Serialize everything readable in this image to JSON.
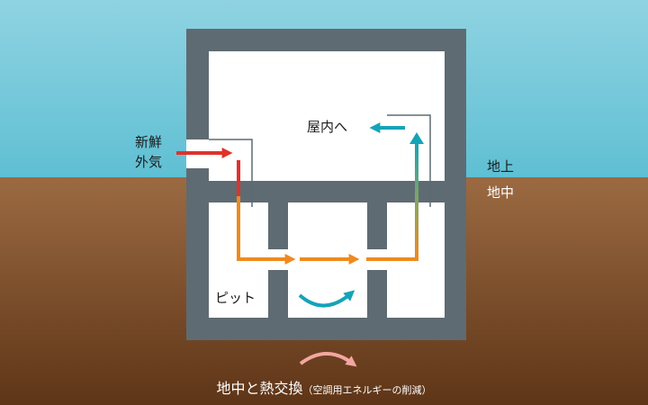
{
  "labels": {
    "fresh_air_line1": "新鮮",
    "fresh_air_line2": "外気",
    "to_indoor": "屋内へ",
    "above_ground": "地上",
    "below_ground": "地中",
    "pit": "ピット"
  },
  "caption": {
    "main": "地中と熱交換",
    "sub": "（空調用エネルギーの削減）"
  },
  "colors": {
    "sky_top": "#8fd3e2",
    "sky_bottom": "#5fbfd3",
    "soil_top": "#9b6a42",
    "soil_bottom": "#5e3517",
    "wall": "#5f6b72",
    "room": "#ffffff",
    "intake_arrow": "#e0322b",
    "warm_arrow": "#ee8a1f",
    "cool_arrow": "#16a3b8",
    "heat_exchange_arrow": "#f4a6a2"
  },
  "icons": {
    "intake": "arrow-right-icon",
    "outflow": "arrow-left-icon",
    "pit_flow": "curved-arrow-icon",
    "heat_exchange": "curved-arrow-icon"
  }
}
